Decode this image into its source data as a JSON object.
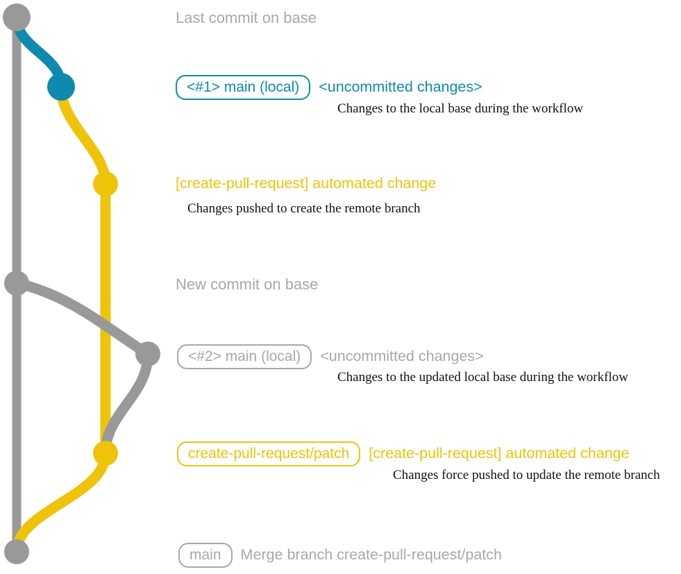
{
  "diagram": {
    "title_colors": {
      "base_gray": "#999999",
      "local_blue": "#0e8aaf",
      "remote_yellow": "#eec30a",
      "text_black": "#111111",
      "background": "#ffffff"
    }
  },
  "entries": [
    {
      "id": "last-commit-on-base",
      "node_color": "#999999",
      "heading": "Last commit on base",
      "ref_label": null,
      "subject": null,
      "description": null
    },
    {
      "id": "local-change-1",
      "node_color": "#0e8aaf",
      "heading": null,
      "ref_label": "<#1> main (local)",
      "subject": "<uncommitted changes>",
      "description": "Changes to the local base during the workflow"
    },
    {
      "id": "automated-change-1",
      "node_color": "#eec30a",
      "heading": null,
      "ref_label": null,
      "subject": "[create-pull-request] automated change",
      "description": "Changes pushed to create the remote branch"
    },
    {
      "id": "new-commit-on-base",
      "node_color": "#999999",
      "heading": "New commit on base",
      "ref_label": null,
      "subject": null,
      "description": null
    },
    {
      "id": "local-change-2",
      "node_color": "#999999",
      "heading": null,
      "ref_label": "<#2> main (local)",
      "subject": "<uncommitted changes>",
      "description": "Changes to the updated local base during the workflow"
    },
    {
      "id": "automated-change-2",
      "node_color": "#eec30a",
      "heading": null,
      "ref_label": "create-pull-request/patch",
      "subject": "[create-pull-request] automated change",
      "description": "Changes force pushed to update the remote branch"
    },
    {
      "id": "merge-commit",
      "node_color": "#999999",
      "heading": null,
      "ref_label": "main",
      "subject": "Merge branch create-pull-request/patch",
      "description": null
    }
  ]
}
